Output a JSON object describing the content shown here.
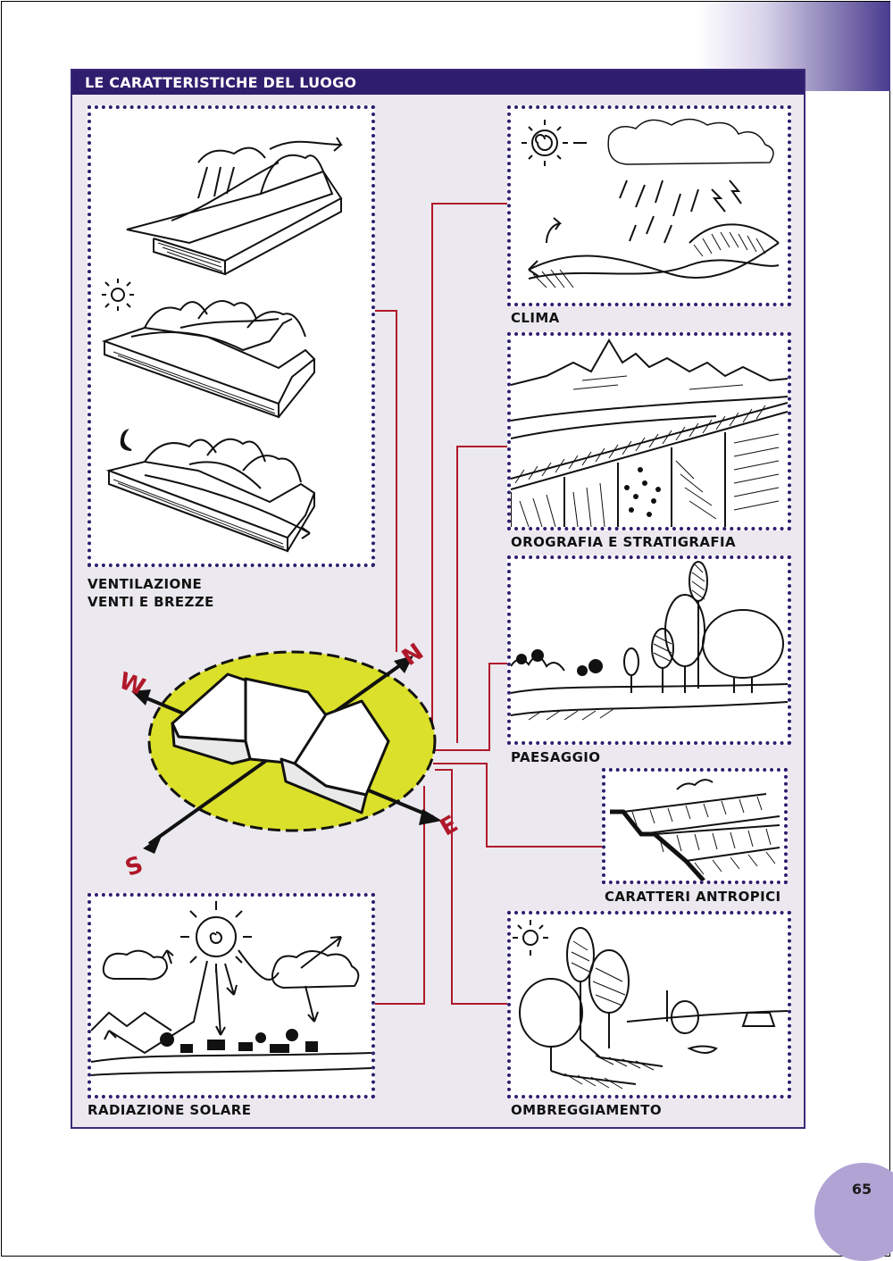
{
  "header": {
    "title": "LE CARATTERISTICHE DEL LUOGO"
  },
  "labels": {
    "ventilazione": "VENTILAZIONE\nVENTI E BREZZE",
    "clima": "CLIMA",
    "orografia": "OROGRAFIA E STRATIGRAFIA",
    "paesaggio": "PAESAGGIO",
    "antropici": "CARATTERI ANTROPICI",
    "radiazione": "RADIAZIONE SOLARE",
    "ombreggiamento": "OMBREGGIAMENTO"
  },
  "compass": {
    "north": "N",
    "south": "S",
    "east": "E",
    "west": "W"
  },
  "colors": {
    "accent_purple": "#2f1d6e",
    "connector_red": "#b0182a",
    "compass_yellow": "#dbe02a",
    "page_tab": "#b1a4d4"
  },
  "footer": {
    "page_number": "65"
  }
}
